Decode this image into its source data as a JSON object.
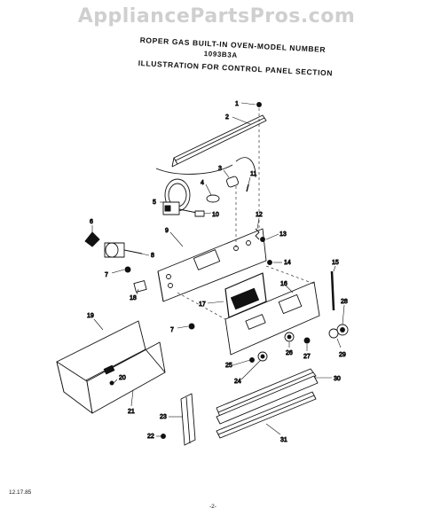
{
  "watermark": "AppliancePartsPros.com",
  "title": {
    "line1": "ROPER GAS BUILT-IN OVEN-MODEL NUMBER",
    "line2": "1093B3A",
    "line3": "ILLUSTRATION FOR CONTROL PANEL SECTION"
  },
  "part_labels": [
    "1",
    "2",
    "3",
    "4",
    "5",
    "6",
    "7",
    "8",
    "9",
    "10",
    "11",
    "12",
    "13",
    "14",
    "15",
    "16",
    "17",
    "7",
    "18",
    "19",
    "20",
    "21",
    "22",
    "23",
    "24",
    "25",
    "26",
    "27",
    "28",
    "29",
    "30",
    "31"
  ],
  "footer": {
    "date": "12.17.85",
    "page": "-2-"
  }
}
